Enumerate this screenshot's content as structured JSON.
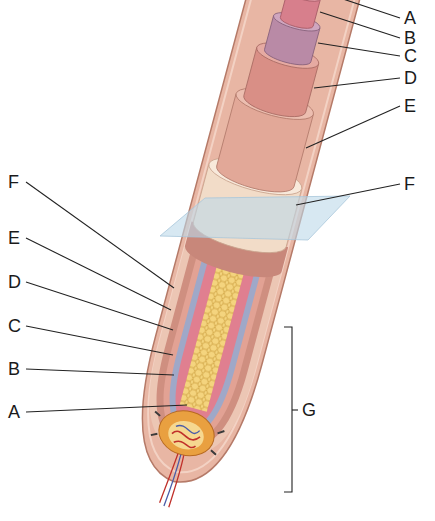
{
  "diagram": {
    "labels": [
      "A",
      "B",
      "C",
      "D",
      "E",
      "F",
      "F",
      "E",
      "D",
      "C",
      "B",
      "A",
      "G"
    ]
  }
}
